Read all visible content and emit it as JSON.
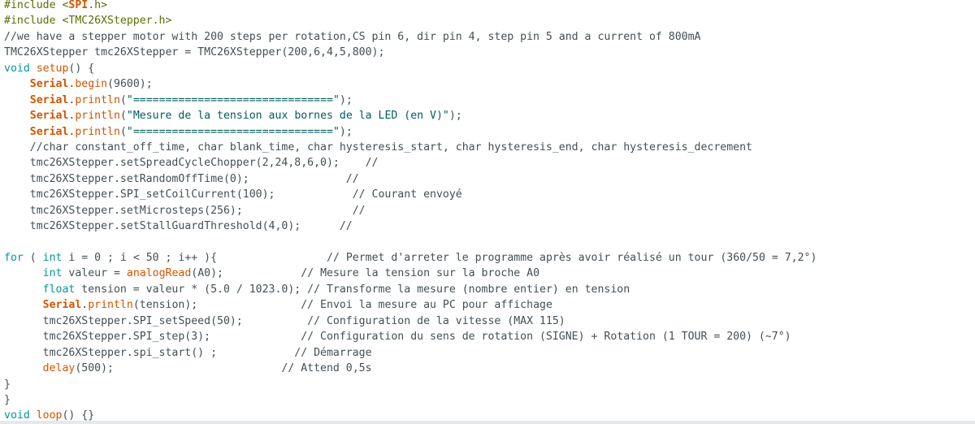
{
  "editor": {
    "lines": [
      [
        {
          "t": "#include <",
          "c": "pp"
        },
        {
          "t": "SPI",
          "c": "cls"
        },
        {
          "t": ".h>",
          "c": "pp"
        }
      ],
      [
        {
          "t": "#include <TMC26XStepper.h>",
          "c": "pp"
        }
      ],
      [
        {
          "t": "//we have a stepper motor with 200 steps per rotation,CS pin 6, dir pin 4, step pin 5 and a current of 800mA",
          "c": "tx"
        }
      ],
      [
        {
          "t": "TMC26XStepper tmc26XStepper = TMC26XStepper(200,6,4,5,800);",
          "c": "tx"
        }
      ],
      [
        {
          "t": "void",
          "c": "tp"
        },
        {
          "t": " ",
          "c": "tx"
        },
        {
          "t": "setup",
          "c": "fn"
        },
        {
          "t": "() {",
          "c": "tx"
        }
      ],
      [
        {
          "t": "    ",
          "c": "tx"
        },
        {
          "t": "Serial",
          "c": "cls"
        },
        {
          "t": ".",
          "c": "tx"
        },
        {
          "t": "begin",
          "c": "fn"
        },
        {
          "t": "(9600);",
          "c": "tx"
        }
      ],
      [
        {
          "t": "    ",
          "c": "tx"
        },
        {
          "t": "Serial",
          "c": "cls"
        },
        {
          "t": ".",
          "c": "tx"
        },
        {
          "t": "println",
          "c": "fn"
        },
        {
          "t": "(",
          "c": "tx"
        },
        {
          "t": "\"===============================\"",
          "c": "str"
        },
        {
          "t": ");",
          "c": "tx"
        }
      ],
      [
        {
          "t": "    ",
          "c": "tx"
        },
        {
          "t": "Serial",
          "c": "cls"
        },
        {
          "t": ".",
          "c": "tx"
        },
        {
          "t": "println",
          "c": "fn"
        },
        {
          "t": "(",
          "c": "tx"
        },
        {
          "t": "\"Mesure de la tension aux bornes de la LED (en V)\"",
          "c": "str"
        },
        {
          "t": ");",
          "c": "tx"
        }
      ],
      [
        {
          "t": "    ",
          "c": "tx"
        },
        {
          "t": "Serial",
          "c": "cls"
        },
        {
          "t": ".",
          "c": "tx"
        },
        {
          "t": "println",
          "c": "fn"
        },
        {
          "t": "(",
          "c": "tx"
        },
        {
          "t": "\"===============================\"",
          "c": "str"
        },
        {
          "t": ");",
          "c": "tx"
        }
      ],
      [
        {
          "t": "    //char constant_off_time, char blank_time, char hysteresis_start, char hysteresis_end, char hysteresis_decrement",
          "c": "tx"
        }
      ],
      [
        {
          "t": "    tmc26XStepper.setSpreadCycleChopper(2,24,8,6,0);    //",
          "c": "tx"
        }
      ],
      [
        {
          "t": "    tmc26XStepper.setRandomOffTime(0);               //",
          "c": "tx"
        }
      ],
      [
        {
          "t": "    tmc26XStepper.SPI_setCoilCurrent(100);            // Courant envoyé",
          "c": "tx"
        }
      ],
      [
        {
          "t": "    tmc26XStepper.setMicrosteps(256);                 //",
          "c": "tx"
        }
      ],
      [
        {
          "t": "    tmc26XStepper.setStallGuardThreshold(4,0);      //",
          "c": "tx"
        }
      ],
      [
        {
          "t": "",
          "c": "tx"
        }
      ],
      [
        {
          "t": "for",
          "c": "kw"
        },
        {
          "t": " ( ",
          "c": "tx"
        },
        {
          "t": "int",
          "c": "tp"
        },
        {
          "t": " i = 0 ; i < 50 ; i++ ){                 // Permet d'arreter le programme après avoir réalisé un tour (360/50 = 7,2°)",
          "c": "tx"
        }
      ],
      [
        {
          "t": "      ",
          "c": "tx"
        },
        {
          "t": "int",
          "c": "tp"
        },
        {
          "t": " valeur = ",
          "c": "tx"
        },
        {
          "t": "analogRead",
          "c": "fn"
        },
        {
          "t": "(A0);            // Mesure la tension sur la broche A0",
          "c": "tx"
        }
      ],
      [
        {
          "t": "      ",
          "c": "tx"
        },
        {
          "t": "float",
          "c": "tp"
        },
        {
          "t": " tension = valeur * (5.0 / 1023.0); // Transforme la mesure (nombre entier) en tension",
          "c": "tx"
        }
      ],
      [
        {
          "t": "      ",
          "c": "tx"
        },
        {
          "t": "Serial",
          "c": "cls"
        },
        {
          "t": ".",
          "c": "tx"
        },
        {
          "t": "println",
          "c": "fn"
        },
        {
          "t": "(tension);                // Envoi la mesure au PC pour affichage",
          "c": "tx"
        }
      ],
      [
        {
          "t": "      tmc26XStepper.SPI_setSpeed(50);          // Configuration de la vitesse (MAX 115)",
          "c": "tx"
        }
      ],
      [
        {
          "t": "      tmc26XStepper.SPI_step(3);              // Configuration du sens de rotation (SIGNE) + Rotation (1 TOUR = 200) (~7°)",
          "c": "tx"
        }
      ],
      [
        {
          "t": "      tmc26XStepper.spi_start() ;            // Démarrage",
          "c": "tx"
        }
      ],
      [
        {
          "t": "      ",
          "c": "tx"
        },
        {
          "t": "delay",
          "c": "fn"
        },
        {
          "t": "(500);                          // Attend 0,5s",
          "c": "tx"
        }
      ],
      [
        {
          "t": "}",
          "c": "tx"
        }
      ],
      [
        {
          "t": "}",
          "c": "tx"
        }
      ],
      [
        {
          "t": "void",
          "c": "tp"
        },
        {
          "t": " ",
          "c": "tx"
        },
        {
          "t": "loop",
          "c": "fn"
        },
        {
          "t": "() {}",
          "c": "tx"
        }
      ]
    ]
  },
  "colors": {
    "preprocessor": "#5e6d03",
    "type_keyword": "#00979c",
    "class_name": "#d35400",
    "function": "#d35400",
    "string": "#005c5f",
    "text": "#434f54",
    "background": "#ffffff"
  }
}
